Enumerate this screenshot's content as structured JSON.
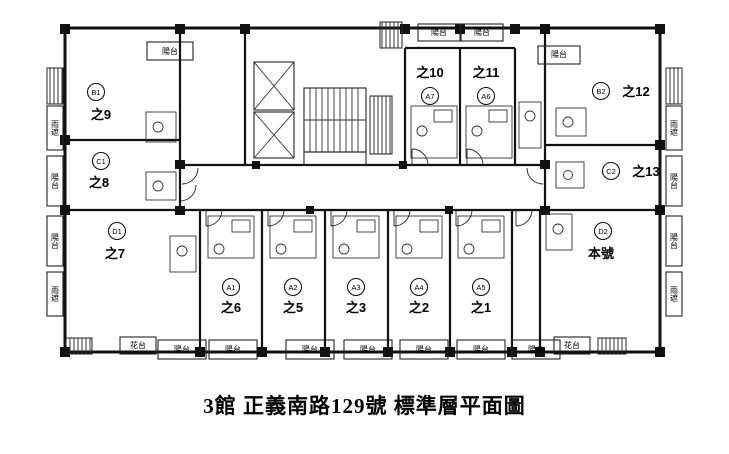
{
  "title": "3館 正義南路129號 標準層平面圖",
  "units": [
    {
      "code": "B1",
      "number": "之9"
    },
    {
      "code": "C1",
      "number": "之8"
    },
    {
      "code": "D1",
      "number": "之7"
    },
    {
      "code": "A1",
      "number": "之6"
    },
    {
      "code": "A2",
      "number": "之5"
    },
    {
      "code": "A3",
      "number": "之3"
    },
    {
      "code": "A4",
      "number": "之2"
    },
    {
      "code": "A5",
      "number": "之1"
    },
    {
      "code": "A7",
      "number": "之10"
    },
    {
      "code": "A6",
      "number": "之11"
    },
    {
      "code": "B2",
      "number": "之12"
    },
    {
      "code": "C2",
      "number": "之13"
    },
    {
      "code": "D2",
      "number": "本號"
    }
  ],
  "labels": {
    "balcony": "陽台",
    "rain_cover": "雨遮",
    "flower_bed": "花台"
  }
}
